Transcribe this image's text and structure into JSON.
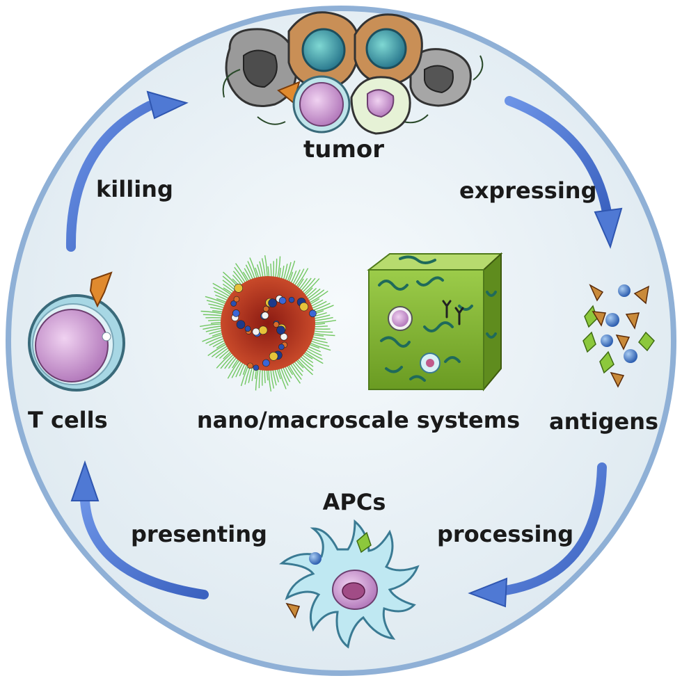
{
  "labels": {
    "tumor": "tumor",
    "expressing": "expressing",
    "antigens": "antigens",
    "processing": "processing",
    "apcs": "APCs",
    "presenting": "presenting",
    "t_cells": "T cells",
    "killing": "killing",
    "center": "nano/macroscale systems"
  },
  "icons": {
    "tumor": "tumor-cell-cluster",
    "antigens": "antigen-particles",
    "apc": "dendritic-cell",
    "t_cell": "t-cell",
    "nanoparticle": "nanoparticle",
    "hydrogel": "hydrogel-cube"
  },
  "colors": {
    "circle_fill": "#e9f1f5",
    "circle_border": "#8fb0d6",
    "arrow": "#4f79d4",
    "arrow_dark": "#2f56b0",
    "text": "#1a1a1a",
    "cell_pink": "#d7a3d8",
    "cube_green": "#8fc442"
  }
}
